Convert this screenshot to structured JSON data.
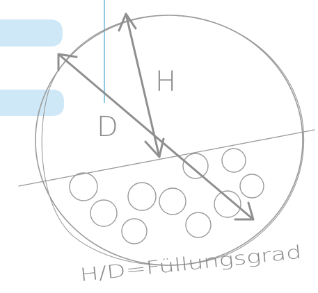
{
  "diagram": {
    "labels": {
      "height": "H",
      "diameter": "D",
      "formula": "H/D=Füllungsgrad"
    },
    "colors": {
      "stroke": "#9a9a9a",
      "arrow": "#8f8f8f",
      "accent_line": "#8fc9e4",
      "tab": "#cfe8f7",
      "ink": "#8a8a8a"
    }
  }
}
